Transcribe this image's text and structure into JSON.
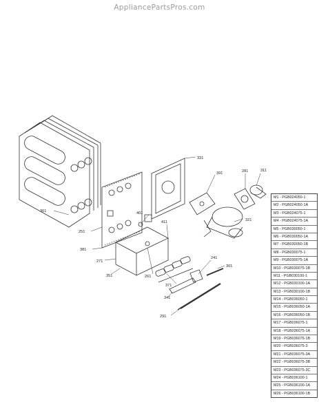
{
  "watermark": "AppliancePartsPros.com",
  "callouts": {
    "c331": "331",
    "c391": "391",
    "c281": "281",
    "c311": "311",
    "c361": "361",
    "c251": "251",
    "c401": "401",
    "c411": "411",
    "c321": "321",
    "c381": "381",
    "c271": "271",
    "c351": "351",
    "c261": "261",
    "c241": "241",
    "c301": "301",
    "c371": "371",
    "c341": "341",
    "c291": "291"
  },
  "models": [
    "M1 - PGB024050-1",
    "M2 - PGB024050-1A",
    "M3 - PGB024075-1",
    "M4 - PGB024075-1A",
    "M5 - PGB030050-1",
    "M6 - PGB030050-1A",
    "M7 - PGB030050-1B",
    "M8 - PGB030075-1",
    "M9 - PGB030075-1A",
    "M10 - PGB030075-1B",
    "M11 - PGB030100-1",
    "M12 - PGB030100-1A",
    "M13 - PGB030100-1B",
    "M14 - PGB036050-1",
    "M15 - PGB036050-1A",
    "M16 - PGB036050-1B",
    "M17 - PGB036075-1",
    "M18 - PGB036075-1A",
    "M19 - PGB036075-1B",
    "M20 - PGB036075-3",
    "M21 - PGB036075-3A",
    "M22 - PGB036075-3B",
    "M23 - PGB036075-3C",
    "M24 - PGB036100-1",
    "M25 - PGB036100-1A",
    "M26 - PGB036100-1B"
  ]
}
